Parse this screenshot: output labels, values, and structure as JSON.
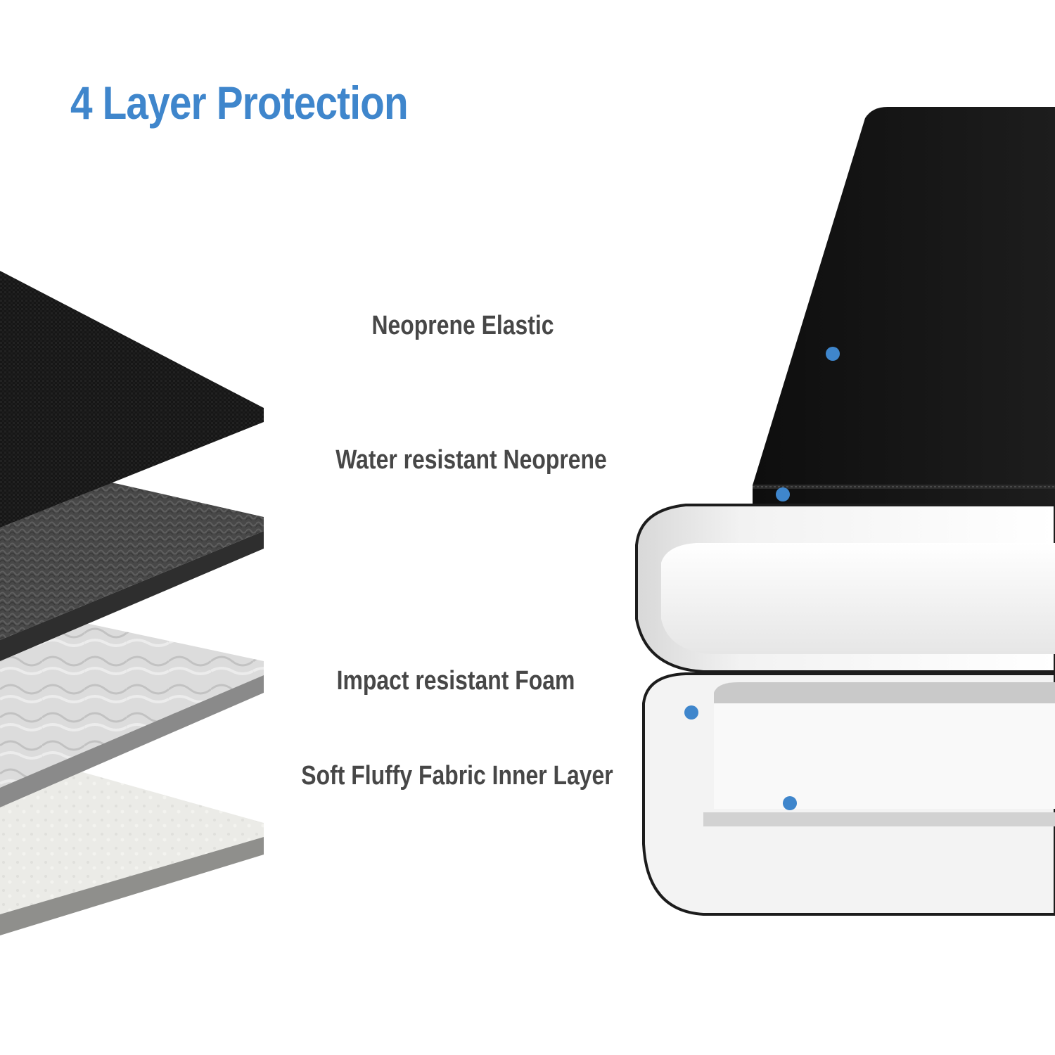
{
  "title": "4 Layer Protection",
  "colors": {
    "accent": "#3f86cc",
    "label_text": "#474747",
    "outer_fabric": "#141414",
    "neoprene": "#4a4a4a",
    "foam": "#d9d9d9",
    "lining": "#eeeeea"
  },
  "layers": [
    {
      "label": "Neoprene Elastic"
    },
    {
      "label": "Water resistant Neoprene"
    },
    {
      "label": "Impact resistant Foam"
    },
    {
      "label": "Soft Fluffy Fabric Inner Layer"
    }
  ]
}
